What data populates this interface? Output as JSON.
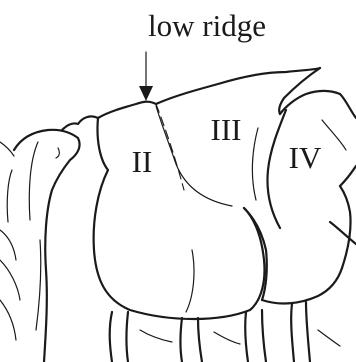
{
  "annotation": {
    "text": "low ridge"
  },
  "segments": [
    {
      "label": "II"
    },
    {
      "label": "III"
    },
    {
      "label": "IV"
    }
  ]
}
